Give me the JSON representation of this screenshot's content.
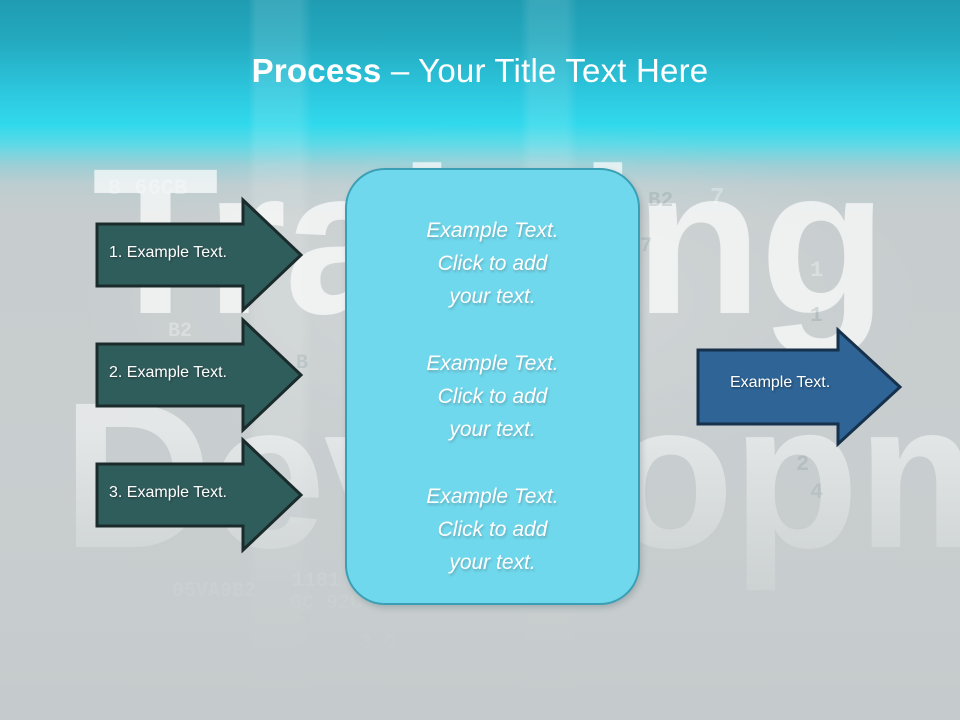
{
  "slide": {
    "title": {
      "strong": "Process",
      "rest": " – Your Title Text Here"
    },
    "background": {
      "watermark_words": [
        "Training",
        "Development"
      ],
      "watermark_codes": [
        "8 66CB",
        "B2",
        "7",
        "1",
        "B2",
        "7",
        "1",
        "6CB 2",
        "B",
        "2",
        "4",
        "3",
        "1181",
        "6C 92C",
        "05VA9B2",
        "3 C"
      ],
      "colors": {
        "header_gradient_top": "#1f9cb2",
        "header_gradient_bright": "#31d9ec",
        "body": "#c7cdce"
      }
    },
    "steps": [
      {
        "label": "1. Example Text.",
        "fill": "#2f5d5c",
        "stroke": "#1b2b2c"
      },
      {
        "label": "2. Example Text.",
        "fill": "#2f5d5c",
        "stroke": "#1b2b2c"
      },
      {
        "label": "3. Example Text.",
        "fill": "#2f5d5c",
        "stroke": "#1b2b2c"
      }
    ],
    "panel": {
      "fill": "#6fd8ec",
      "stroke": "#3a9fb4",
      "blocks": [
        {
          "line1": "Example Text.",
          "line2": "Click  to add",
          "line3": "your text."
        },
        {
          "line1": "Example Text.",
          "line2": "Click  to add",
          "line3": "your text."
        },
        {
          "line1": "Example Text.",
          "line2": "Click  to add",
          "line3": "your text."
        }
      ]
    },
    "output": {
      "label": "Example Text.",
      "fill": "#2e6496",
      "stroke": "#16314c"
    }
  }
}
